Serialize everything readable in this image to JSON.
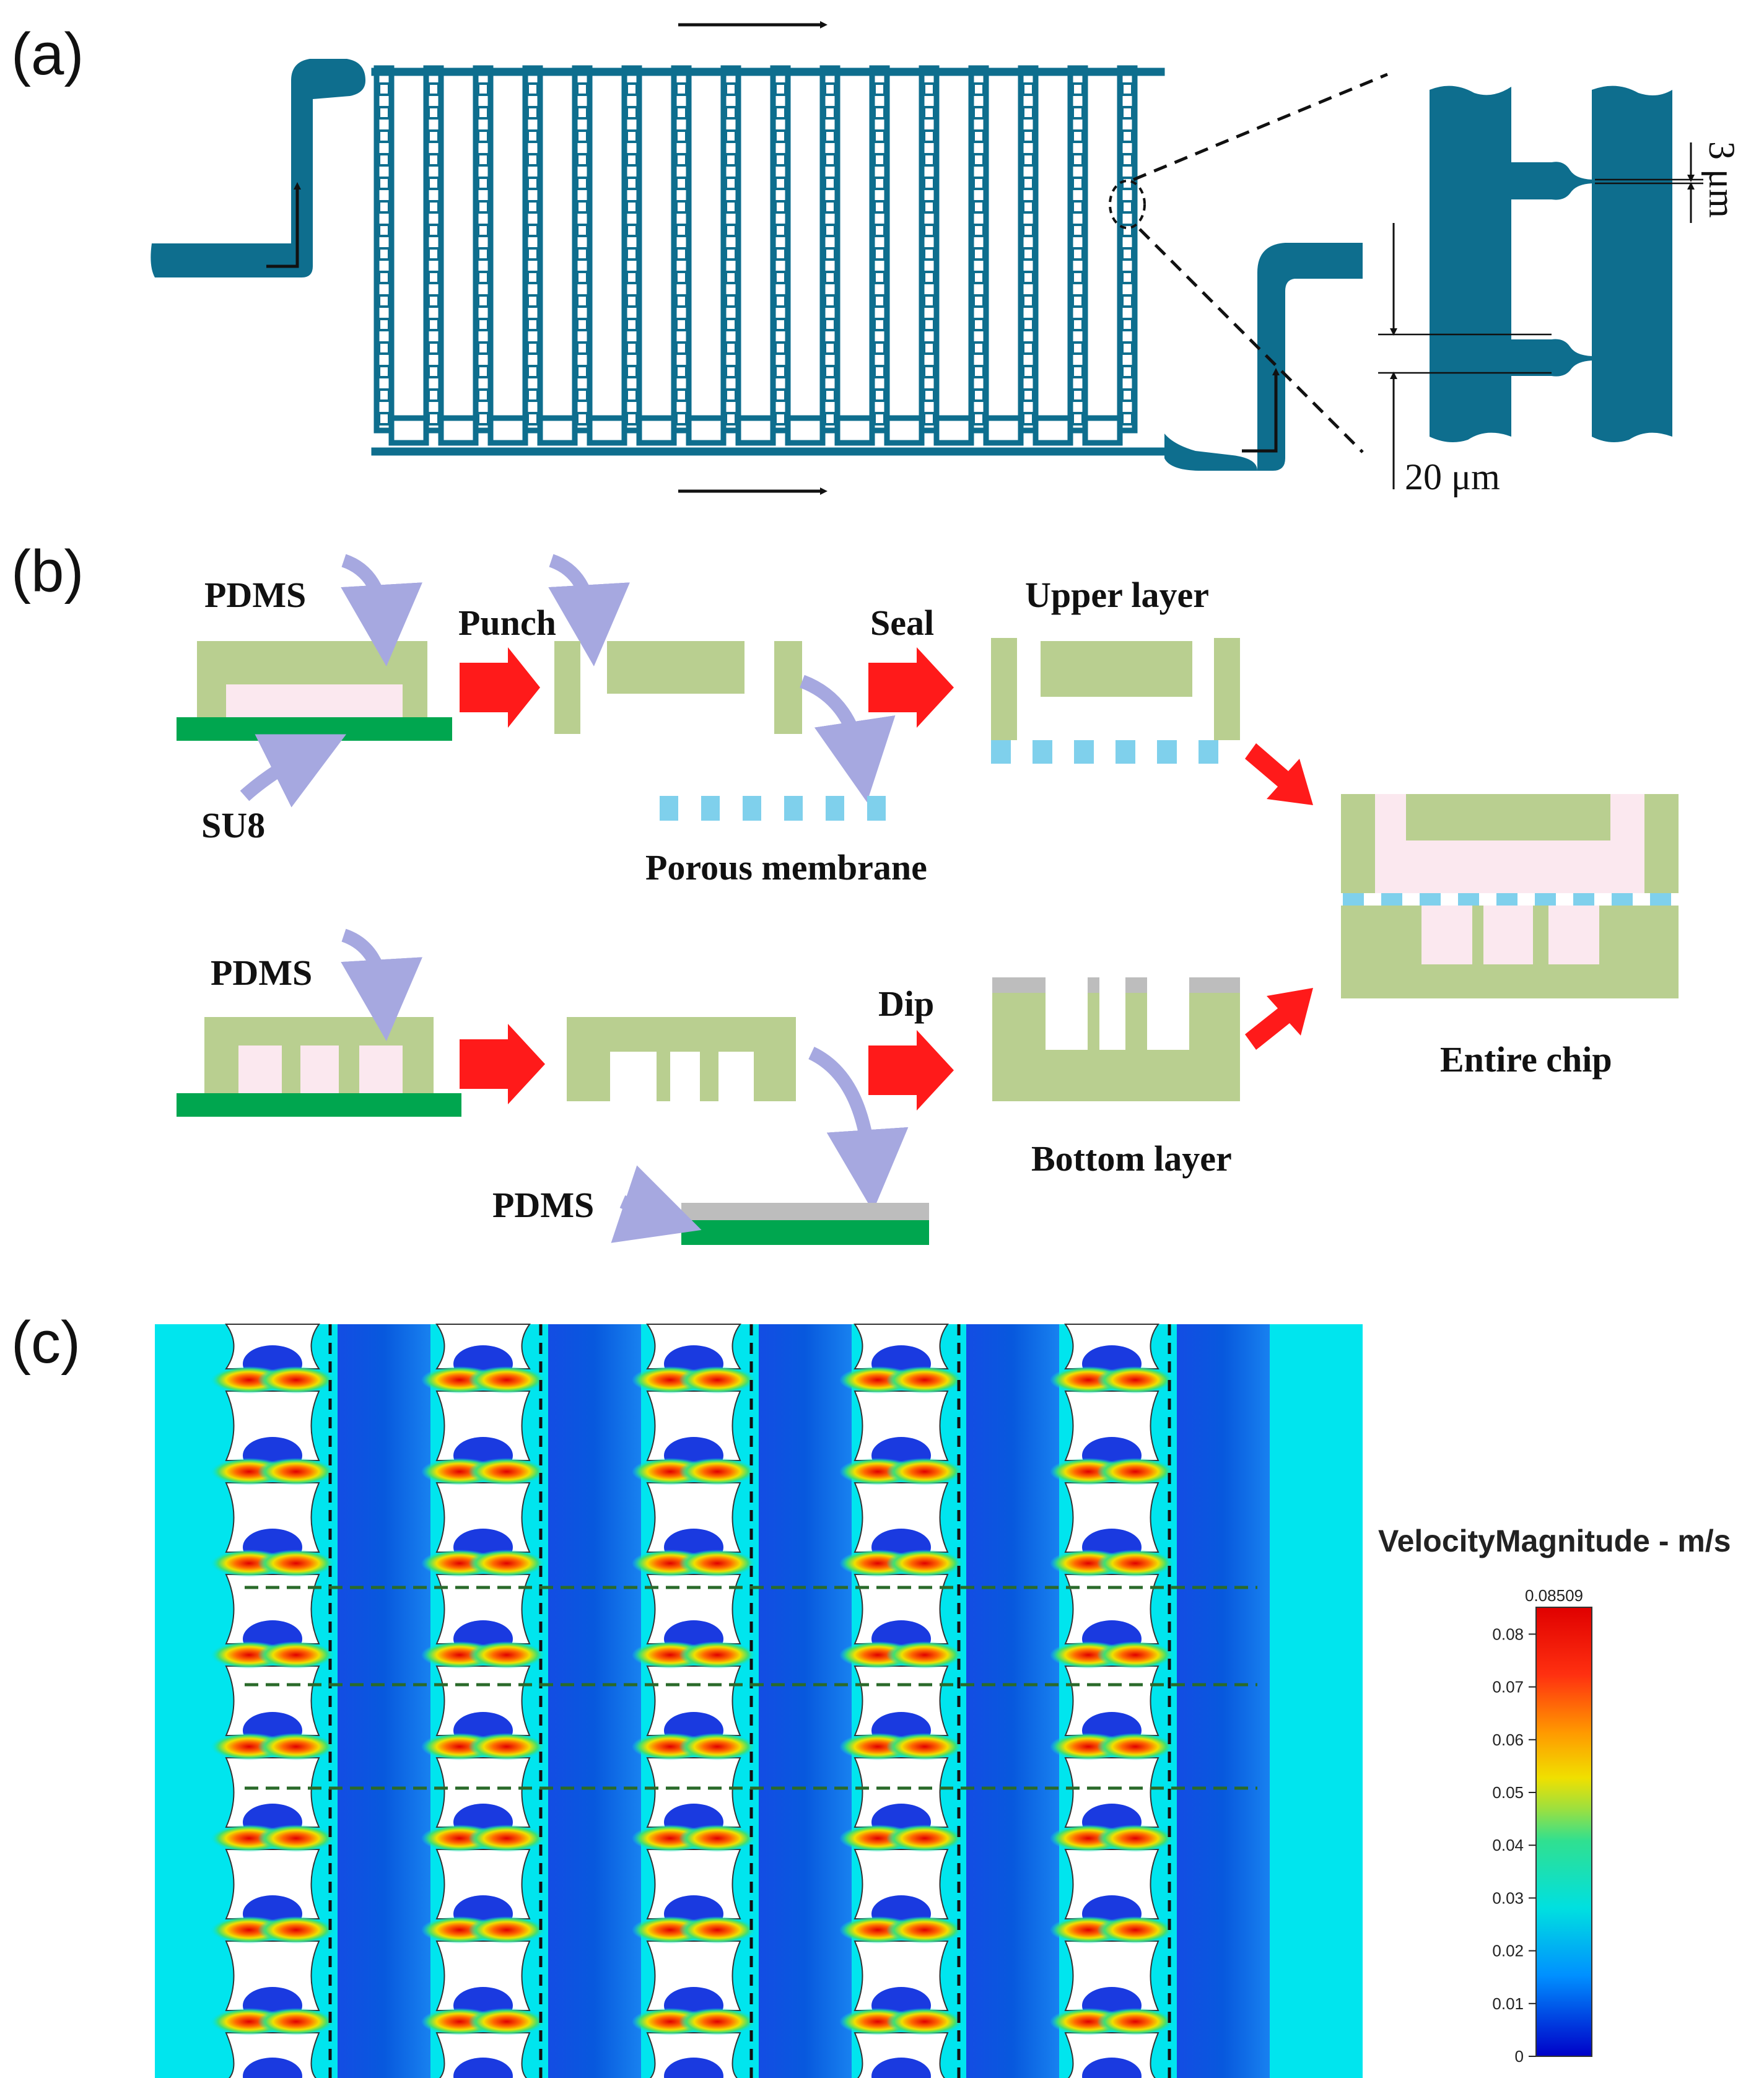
{
  "panels": {
    "a": {
      "label": "(a)",
      "scale_small": "3 μm",
      "scale_large": "20 μm",
      "colors": {
        "channel": "#0e6e8e"
      }
    },
    "b": {
      "label": "(b)",
      "pdms_top": "PDMS",
      "su8": "SU8",
      "punch": "Punch",
      "porous_membrane": "Porous membrane",
      "seal": "Seal",
      "upper_layer": "Upper layer",
      "pdms_bottom": "PDMS",
      "pdms_coat": "PDMS",
      "dip": "Dip",
      "bottom_layer": "Bottom layer",
      "entire_chip": "Entire chip",
      "colors": {
        "pdms": "#b9cf90",
        "su8": "#00a64f",
        "chamber": "#fbe8ef",
        "membrane": "#7fd0ec",
        "coat": "#bdbdbd",
        "pointer": "#a6a8e0",
        "process_arrow": "#ff1a1a"
      }
    },
    "c": {
      "label": "(c)",
      "colorbar": {
        "title": "VelocityMagnitude - m/s",
        "max_label": "0.08509",
        "ticks": [
          "0.08",
          "0.07",
          "0.06",
          "0.05",
          "0.04",
          "0.03",
          "0.02",
          "0.01",
          "0"
        ],
        "tick_values": [
          0.08,
          0.07,
          0.06,
          0.05,
          0.04,
          0.03,
          0.02,
          0.01,
          0
        ],
        "min": 0,
        "max": 0.08509
      }
    }
  }
}
